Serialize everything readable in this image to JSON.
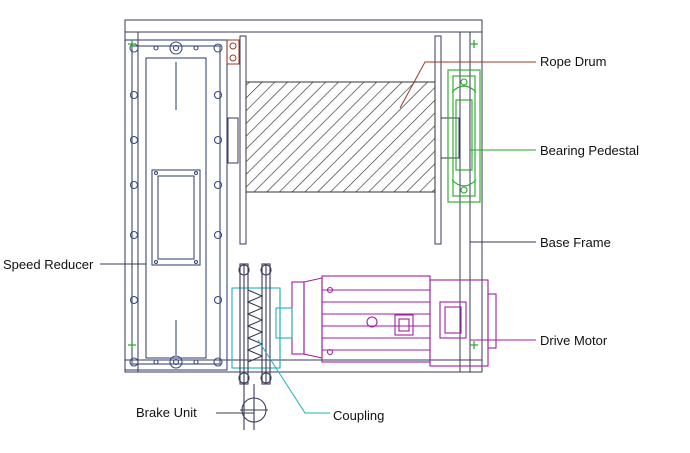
{
  "labels": {
    "rope_drum": "Rope Drum",
    "bearing_pedestal": "Bearing Pedestal",
    "base_frame": "Base Frame",
    "speed_reducer": "Speed Reducer",
    "drive_motor": "Drive Motor",
    "brake_unit": "Brake Unit",
    "coupling": "Coupling"
  },
  "colors": {
    "outline": "#3a3a5a",
    "rope_drum_leader": "#9a3a2a",
    "bearing_pedestal": "#22aa22",
    "drive_motor": "#a020a0",
    "coupling": "#20b0c0",
    "hatch": "#333333",
    "speed_reducer": "#3a4a7a"
  }
}
